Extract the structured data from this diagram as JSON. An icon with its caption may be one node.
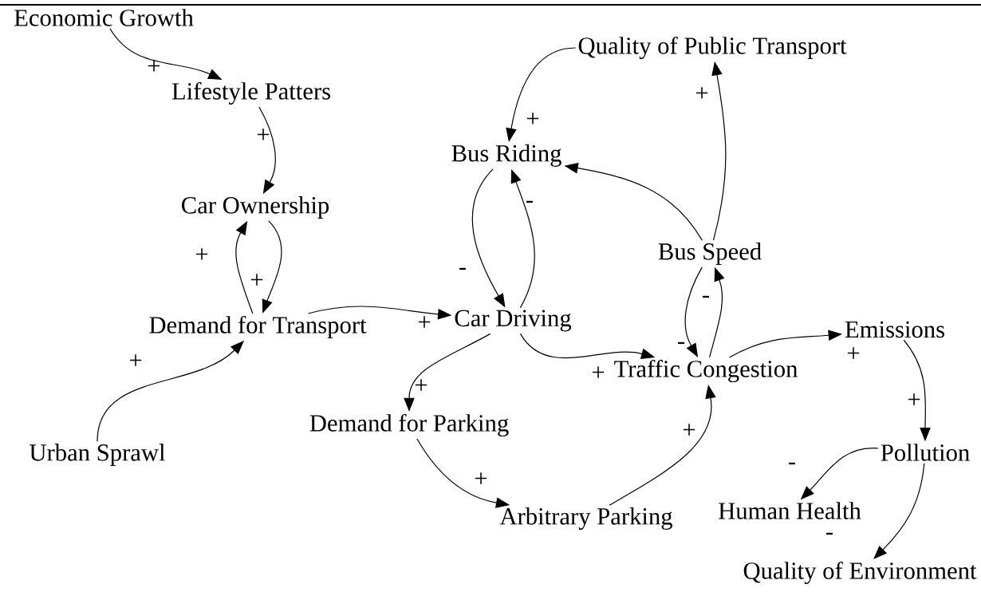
{
  "diagram": {
    "nodes": [
      {
        "text": [
          "Economic Growth"
        ]
      },
      {
        "text": [
          "Lifestyle Patters"
        ]
      },
      {
        "text": [
          "Car Ownership"
        ]
      },
      {
        "text": [
          "Demand for Transport"
        ]
      },
      {
        "text": [
          "Urban Sprawl"
        ]
      },
      {
        "text": [
          "Quality of Public Transport"
        ]
      },
      {
        "text": [
          "Bus Riding"
        ]
      },
      {
        "text": [
          "Bus Speed"
        ]
      },
      {
        "text": [
          "Car Driving"
        ]
      },
      {
        "text": [
          "Traffic Congestion"
        ]
      },
      {
        "text": [
          "Demand for Parking"
        ]
      },
      {
        "text": [
          "Arbitrary Parking"
        ]
      },
      {
        "text": [
          "Emissions"
        ]
      },
      {
        "text": [
          "Pollution"
        ]
      },
      {
        "text": [
          "Human Health"
        ]
      },
      {
        "text": [
          "Quality of Environment"
        ]
      }
    ],
    "edges": [
      {
        "from": 0,
        "to": 1,
        "arrow": "to",
        "label": "+"
      },
      {
        "from": 1,
        "to": 2,
        "arrow": "to",
        "label": "+"
      },
      {
        "from": 2,
        "to": 3,
        "arrow": "to",
        "label": "+"
      },
      {
        "from": 3,
        "to": 2,
        "arrow": "to",
        "label": "+"
      },
      {
        "from": 4,
        "to": 3,
        "arrow": "to",
        "label": "+"
      },
      {
        "from": 3,
        "to": 8,
        "arrow": "to",
        "label": "+"
      },
      {
        "from": 5,
        "to": 6,
        "arrow": "to",
        "label": "+"
      },
      {
        "from": 7,
        "to": 6,
        "arrow": "to"
      },
      {
        "from": 7,
        "to": 5,
        "arrow": "to",
        "label": "+"
      },
      {
        "from": 6,
        "to": 8,
        "arrow": "to",
        "label": "-"
      },
      {
        "from": 8,
        "to": 6,
        "arrow": "to",
        "label": "-"
      },
      {
        "from": 7,
        "to": 9,
        "arrow": "to",
        "label": "-"
      },
      {
        "from": 9,
        "to": 7,
        "arrow": "to",
        "label": "-"
      },
      {
        "from": 8,
        "to": 9,
        "arrow": "to",
        "label": "+"
      },
      {
        "from": 8,
        "to": 10,
        "arrow": "to",
        "label": "+"
      },
      {
        "from": 10,
        "to": 11,
        "arrow": "to",
        "label": "+"
      },
      {
        "from": 11,
        "to": 9,
        "arrow": "to",
        "label": "+"
      },
      {
        "from": 9,
        "to": 12,
        "arrow": "to",
        "label": "+"
      },
      {
        "from": 12,
        "to": 13,
        "arrow": "to",
        "label": "+"
      },
      {
        "from": 13,
        "to": 14,
        "arrow": "to",
        "label": "-"
      },
      {
        "from": 13,
        "to": 15,
        "arrow": "to",
        "label": "-"
      }
    ]
  }
}
